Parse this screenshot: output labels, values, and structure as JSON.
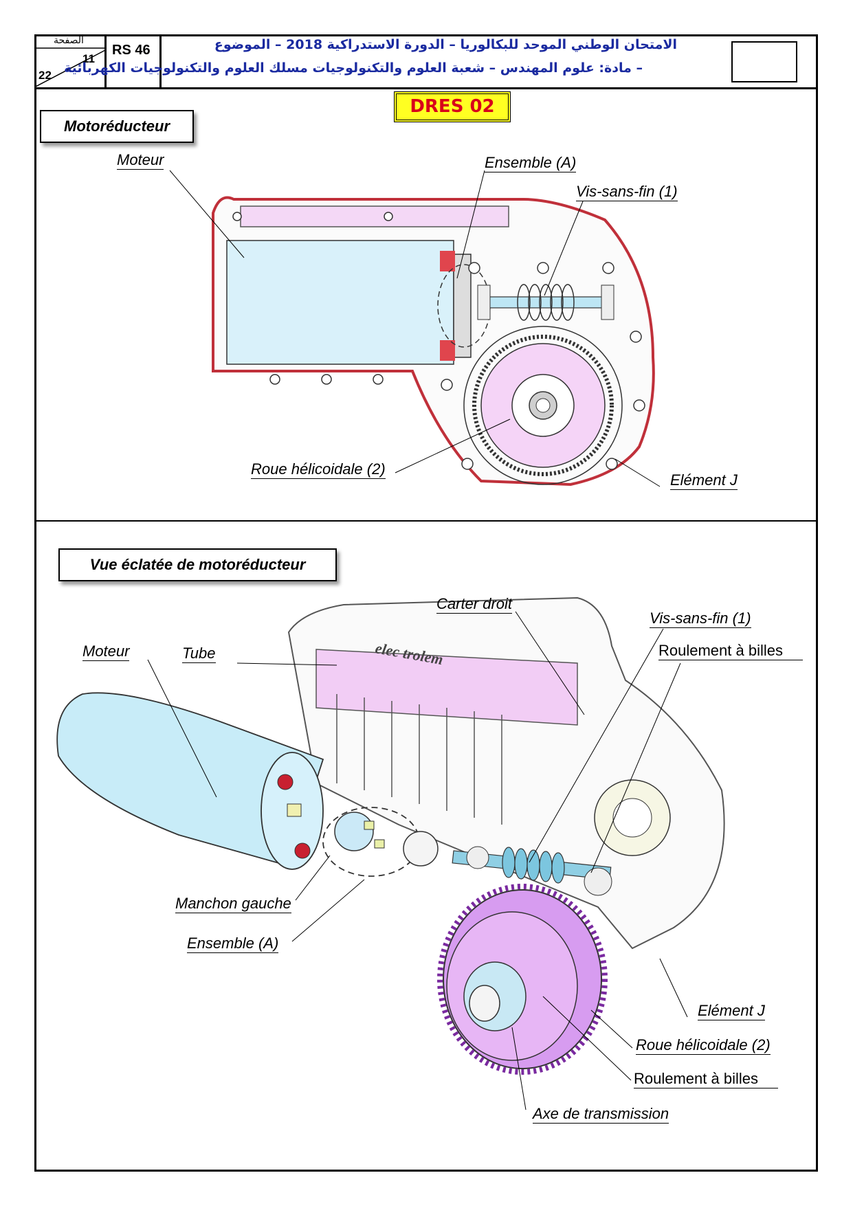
{
  "header": {
    "page_label": "الصفحة",
    "page_number": "11",
    "page_total": "22",
    "code": "RS 46",
    "title_line1": "الامتحان الوطني الموحد للبكالوريا – الدورة الاستدراكية 2018 – الموضوع",
    "title_line2": "– مادة: علوم المهندس – شعبة العلوم والتكنولوجيات مسلك العلوم والتكنولوجيات الكهربائية"
  },
  "dres_label": "DRES 02",
  "section1": {
    "title": "Motoréducteur",
    "labels": {
      "moteur": "Moteur",
      "ensemble_a": "Ensemble (A)",
      "vis_sans_fin": "Vis-sans-fin (1)",
      "roue": "Roue hélicoidale (2)",
      "element_j": "Elément J"
    }
  },
  "section2": {
    "title": "Vue éclatée de motoréducteur",
    "labels": {
      "carter_droit": "Carter  droit",
      "vis_sans_fin": "Vis-sans-fin (1)",
      "roulement_1": "Roulement à billes",
      "moteur": "Moteur",
      "tube": "Tube",
      "manchon": "Manchon gauche",
      "ensemble_a": "Ensemble (A)",
      "element_j": "Elément J",
      "roue": "Roue hélicoidale (2)",
      "roulement_2": "Roulement à billes",
      "axe": "Axe de transmission",
      "logo_text": "elec trolem"
    }
  },
  "colors": {
    "arabic_text": "#1a2aa0",
    "dres_bg": "#ffff22",
    "dres_text": "#d8001a",
    "motor": "#c8ecf8",
    "gear_pink": "#e8a8f0",
    "tube_pink": "#f0c8f4",
    "housing_outline": "#c0303a"
  }
}
